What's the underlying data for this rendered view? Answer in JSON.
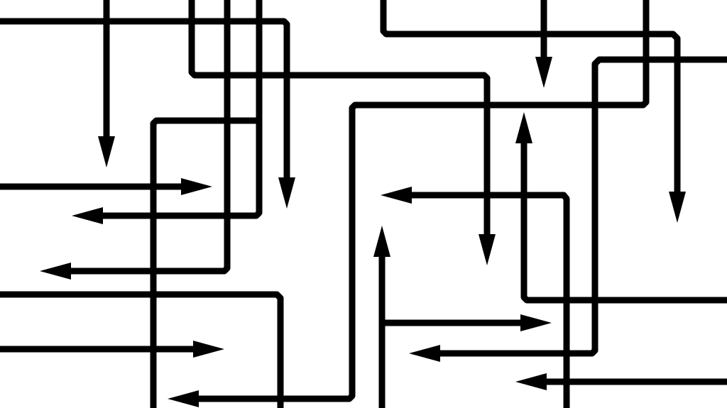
{
  "colors": {
    "background": "#ffffff",
    "line": "#000000"
  },
  "illustration": {
    "subject": "arrow-maze",
    "path_count": 21,
    "arrowhead_count": 19
  }
}
